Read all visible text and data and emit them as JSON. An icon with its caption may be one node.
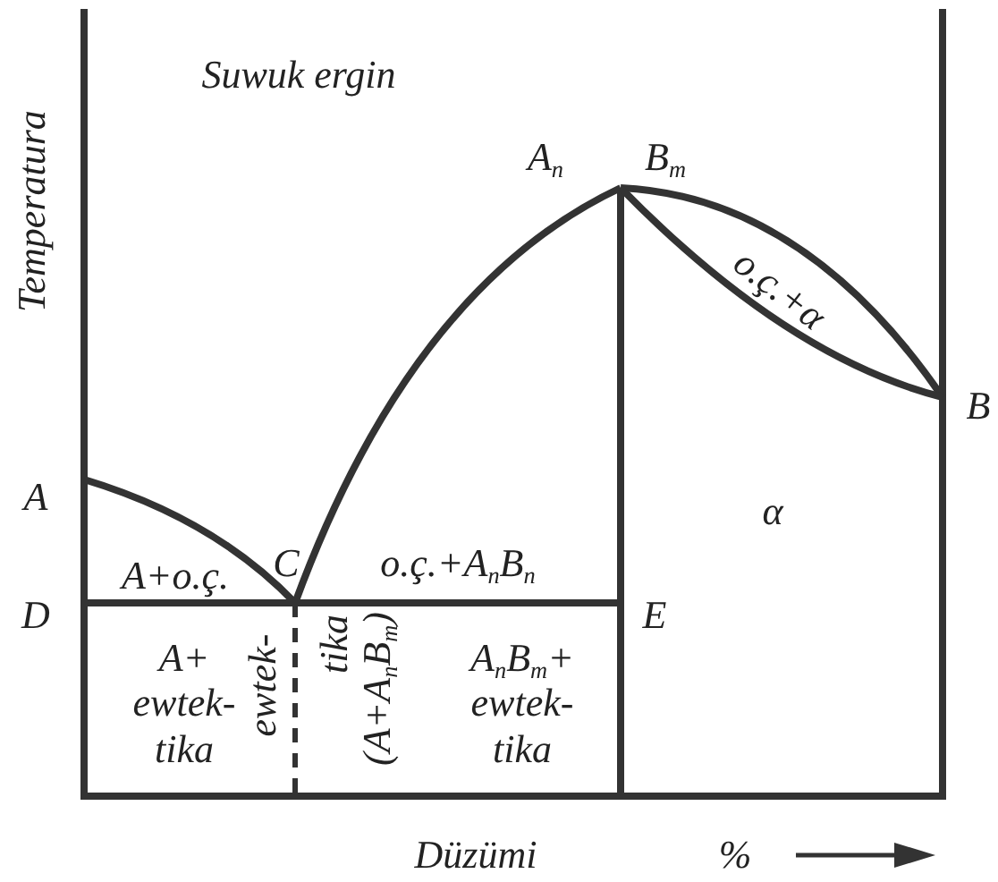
{
  "diagram": {
    "labels": [
      "Suwuk ergin",
      "Temperatura",
      "A$_{n}$",
      "B$_{m}$",
      "o.ç.+α",
      "B",
      "A",
      "α",
      "A+o.ç.",
      "C",
      "o.ç.+A$_{n}$B$_{n}$",
      "D",
      "E",
      "A+ ewtek- tika",
      "ewtek-",
      "tika",
      "(A+A$_{n}$B$_{m}$)",
      "A$_{n}$B$_{m}$+ ewtek- tika",
      "Düzümi",
      "%"
    ]
  }
}
